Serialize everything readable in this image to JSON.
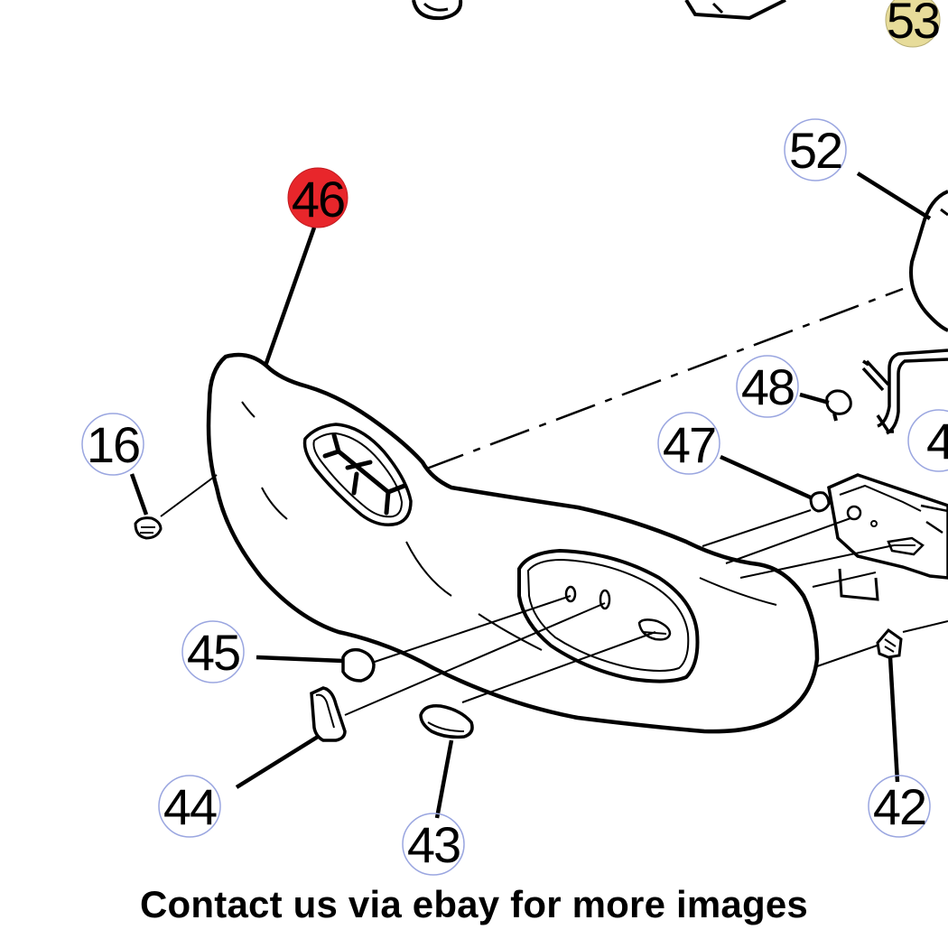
{
  "colors": {
    "highlight_selected": "#e8262b",
    "highlight_partial": "#e7dc9a",
    "callout_ring": "#9aa6e0",
    "line": "#000000",
    "part_fill": "#ffffff"
  },
  "callouts": {
    "c53": "53",
    "c52": "52",
    "c46": "46",
    "c48": "48",
    "c47": "47",
    "c4x": "4",
    "c16": "16",
    "c45": "45",
    "c44": "44",
    "c43": "43",
    "c42": "42"
  },
  "selected_callout": "46",
  "caption": "Contact us via ebay for more images"
}
